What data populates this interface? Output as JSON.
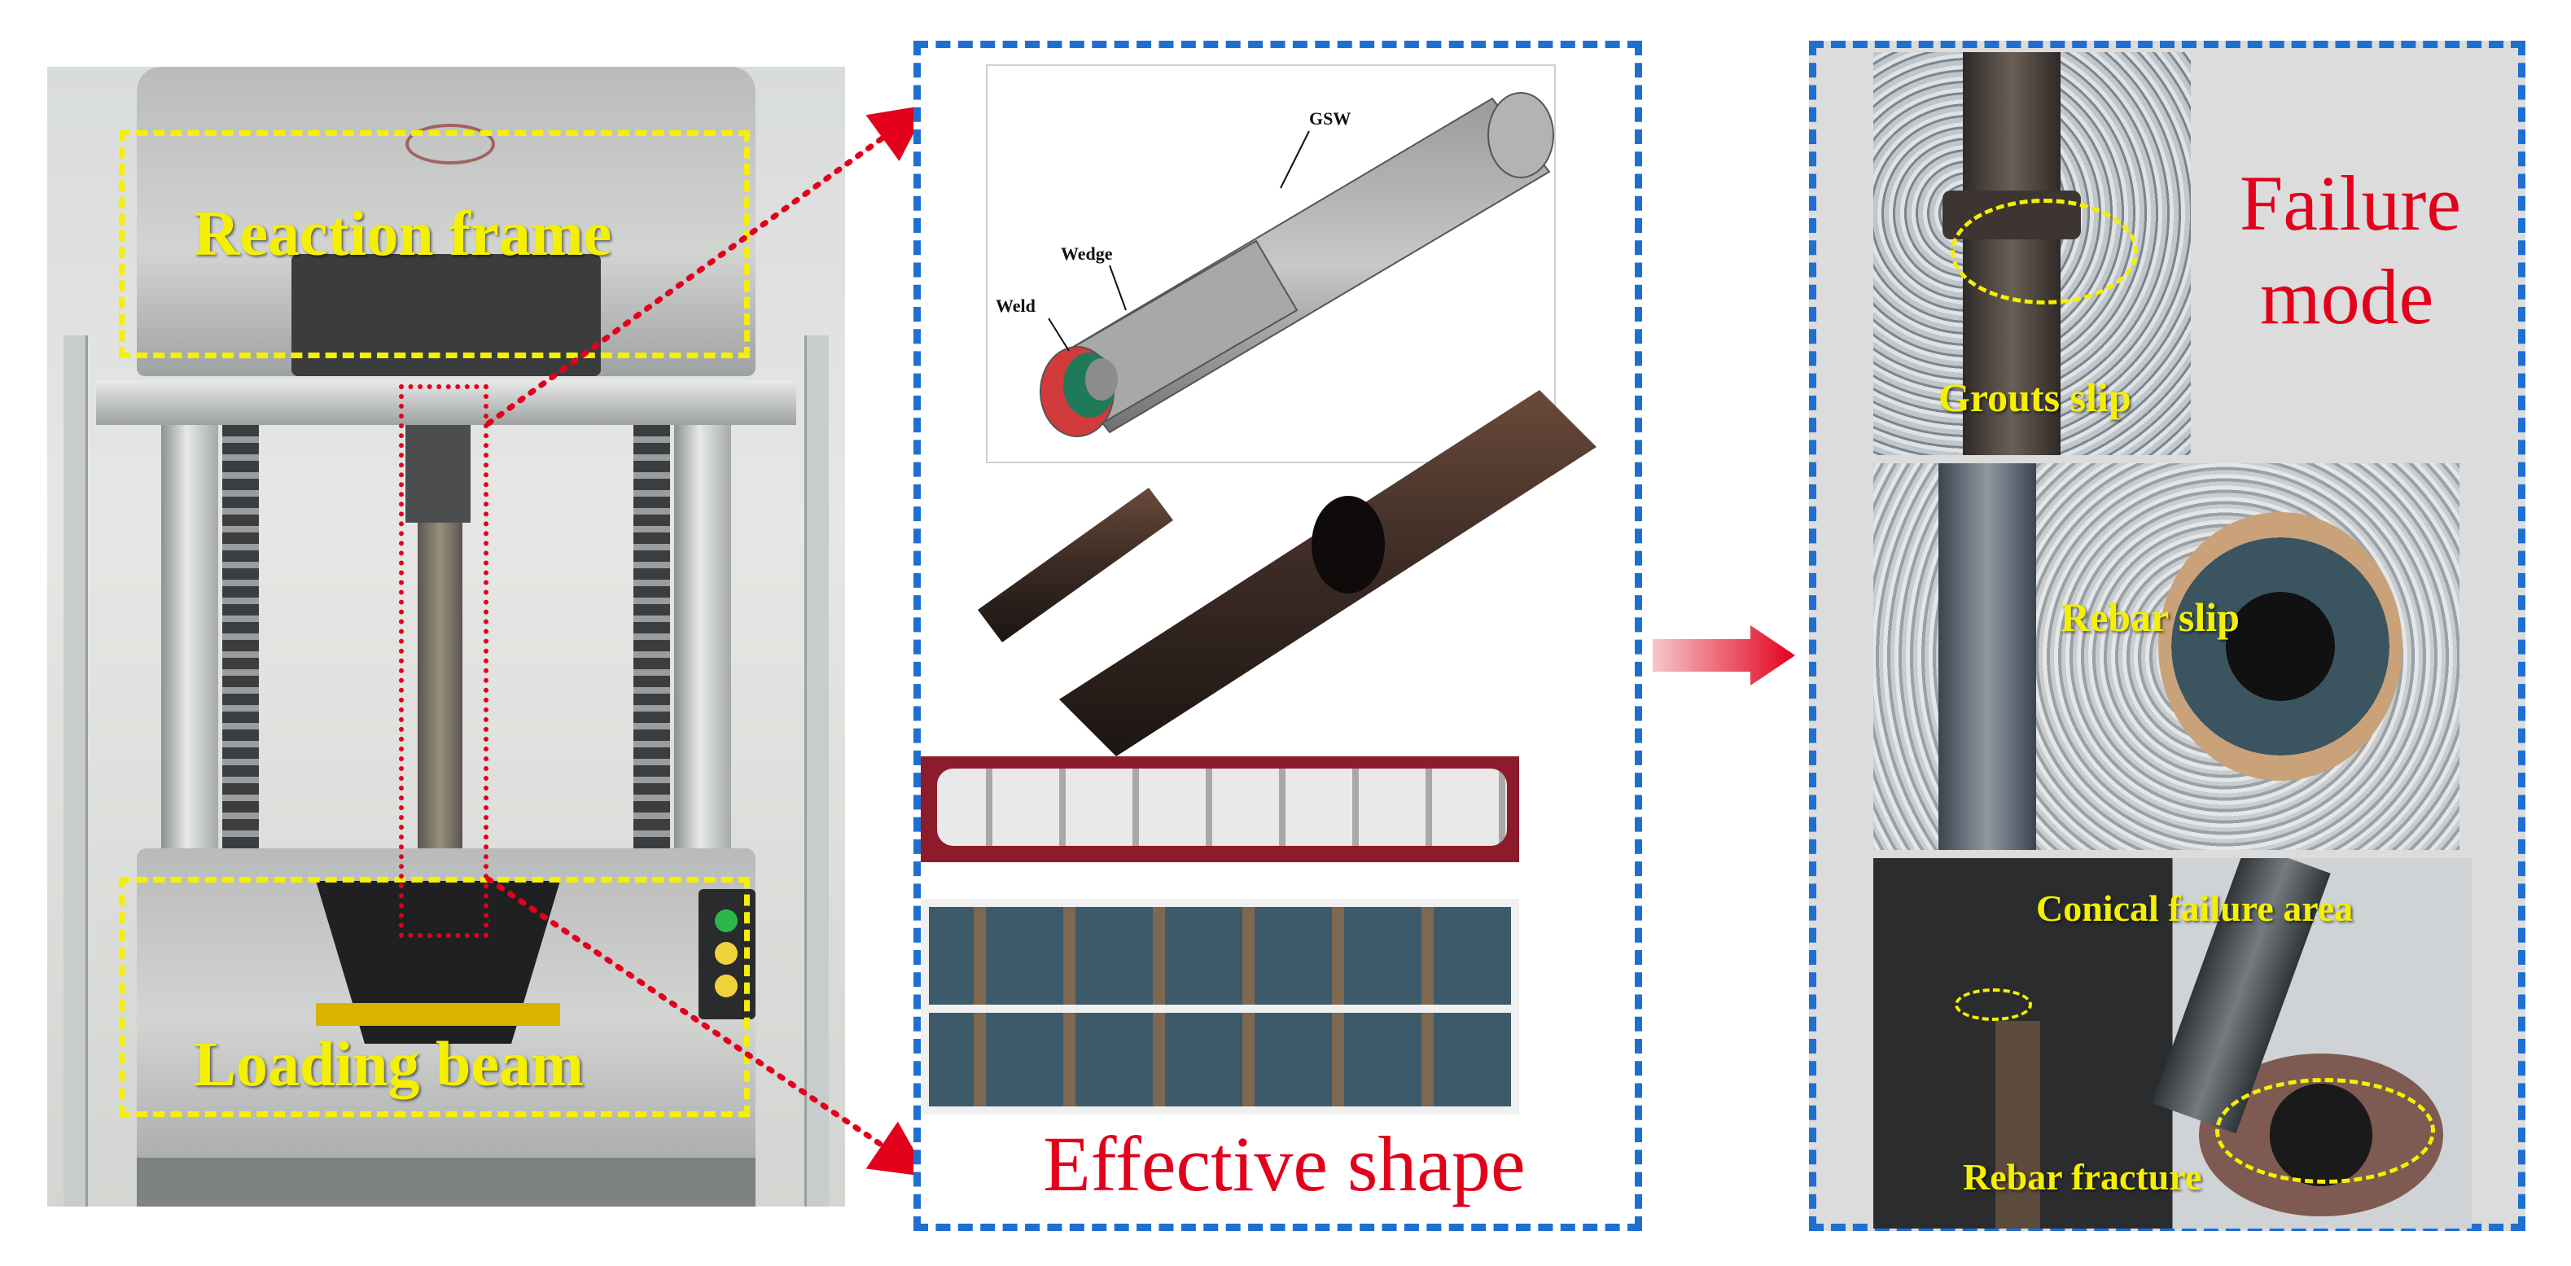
{
  "machine_panel": {
    "reaction_frame_label": "Reaction frame",
    "loading_beam_label": "Loading beam"
  },
  "effective_panel": {
    "cad_labels": {
      "gsw": "GSW",
      "wedge": "Wedge",
      "weld": "Weld"
    },
    "caption": "Effective shape"
  },
  "failure_panel": {
    "title_line1": "Failure",
    "title_line2": "mode",
    "labels": {
      "grouts_slip": "Grouts slip",
      "rebar_slip": "Rebar slip",
      "conical_failure_area": "Conical failure area",
      "rebar_fracture": "Rebar fracture"
    }
  },
  "colors": {
    "yellow_label": "#f5f000",
    "blue_dashed_border": "#1f6fd1",
    "red_caption": "#e3001b",
    "red_arrow": "#e3001b"
  }
}
